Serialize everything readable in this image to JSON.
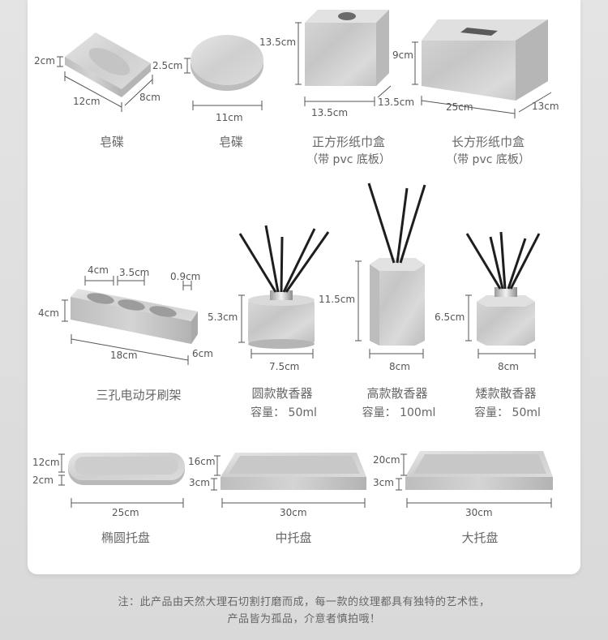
{
  "colors": {
    "marble_light": "#dedede",
    "marble_mid": "#c9c9c9",
    "marble_dark": "#a9a9a9",
    "line": "#555555",
    "stick": "#1e1e1e"
  },
  "soap_dish_1": {
    "name": "皂碟",
    "h": "2cm",
    "l": "12cm",
    "w": "8cm"
  },
  "soap_dish_2": {
    "name": "皂碟",
    "h": "2.5cm",
    "d": "11cm"
  },
  "square_box": {
    "name": "正方形纸巾盒",
    "sub": "（带 pvc 底板）",
    "h": "13.5cm",
    "l": "13.5cm",
    "w": "13.5cm"
  },
  "rect_box": {
    "name": "长方形纸巾盒",
    "sub": "（带 pvc 底板）",
    "h": "9cm",
    "l": "25cm",
    "w": "13cm"
  },
  "toothbrush": {
    "name": "三孔电动牙刷架",
    "hole": "4cm",
    "gap": "3.5cm",
    "edge": "0.9cm",
    "h": "4cm",
    "l": "18cm",
    "w": "6cm"
  },
  "round_diffuser": {
    "name": "圆款散香器",
    "cap_label": "容量：",
    "cap": "50ml",
    "h": "5.3cm",
    "d": "7.5cm"
  },
  "tall_diffuser": {
    "name": "高款散香器",
    "cap_label": "容量：",
    "cap": "100ml",
    "h": "11.5cm",
    "d": "8cm"
  },
  "short_diffuser": {
    "name": "矮款散香器",
    "cap_label": "容量：",
    "cap": "50ml",
    "h": "6.5cm",
    "d": "8cm"
  },
  "oval_tray": {
    "name": "椭圆托盘",
    "w": "12cm",
    "h": "2cm",
    "l": "25cm"
  },
  "mid_tray": {
    "name": "中托盘",
    "w": "16cm",
    "h": "3cm",
    "l": "30cm"
  },
  "big_tray": {
    "name": "大托盘",
    "w": "20cm",
    "h": "3cm",
    "l": "30cm"
  },
  "footer": {
    "line1": "注：此产品由天然大理石切割打磨而成，每一款的纹理都具有独特的艺术性，",
    "line2": "产品皆为孤品，介意者慎拍哦！"
  }
}
